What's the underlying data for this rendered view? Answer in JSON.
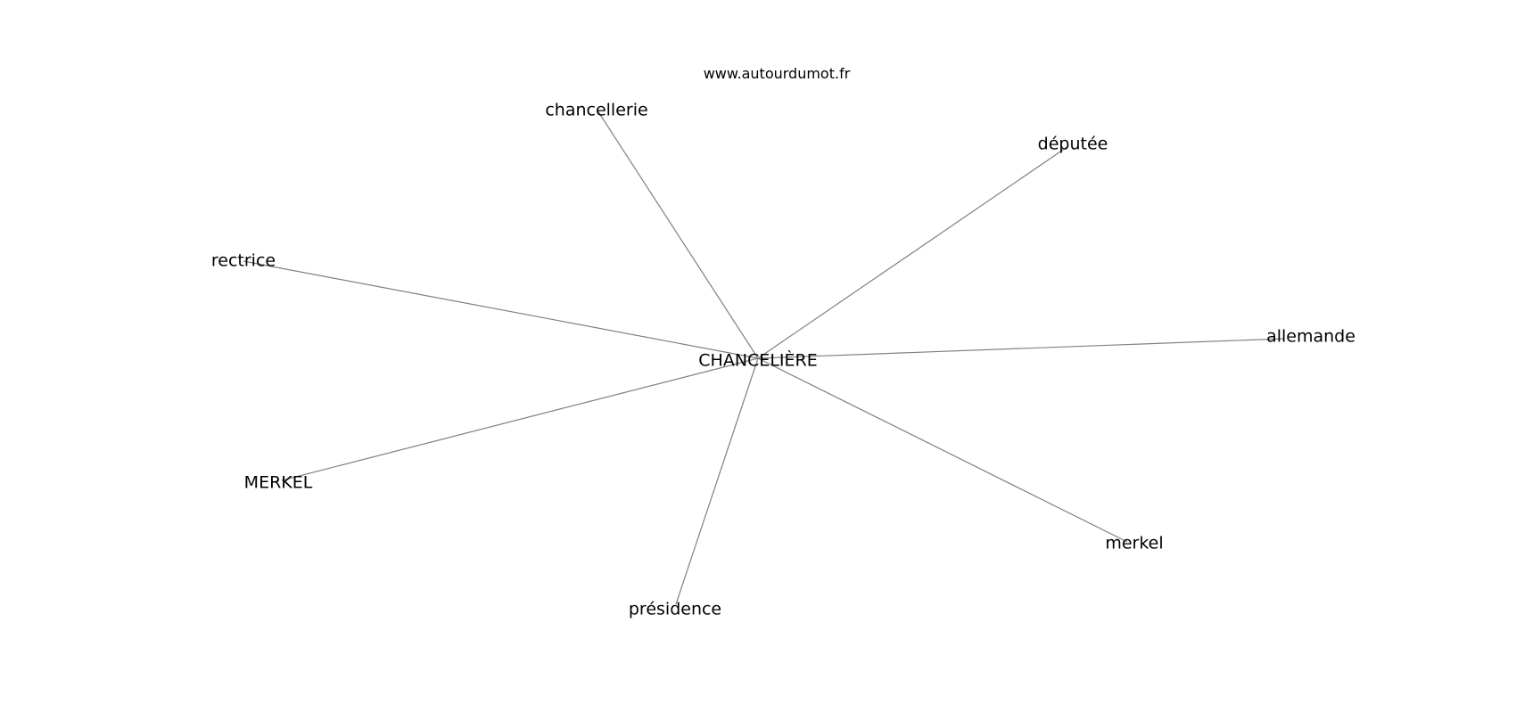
{
  "source": "www.autourdumot.fr",
  "graph": {
    "center": {
      "id": "center",
      "label": "CHANCELIÈRE"
    },
    "nodes": [
      {
        "id": "chancellerie",
        "label": "chancellerie"
      },
      {
        "id": "deputee",
        "label": "députée"
      },
      {
        "id": "rectrice",
        "label": "rectrice"
      },
      {
        "id": "allemande",
        "label": "allemande"
      },
      {
        "id": "MERKEL",
        "label": "MERKEL"
      },
      {
        "id": "merkel",
        "label": "merkel"
      },
      {
        "id": "presidence",
        "label": "présidence"
      }
    ],
    "edges": [
      {
        "from": "center",
        "to": "chancellerie"
      },
      {
        "from": "center",
        "to": "deputee"
      },
      {
        "from": "center",
        "to": "rectrice"
      },
      {
        "from": "center",
        "to": "allemande"
      },
      {
        "from": "center",
        "to": "MERKEL"
      },
      {
        "from": "center",
        "to": "merkel"
      },
      {
        "from": "center",
        "to": "presidence"
      }
    ]
  }
}
